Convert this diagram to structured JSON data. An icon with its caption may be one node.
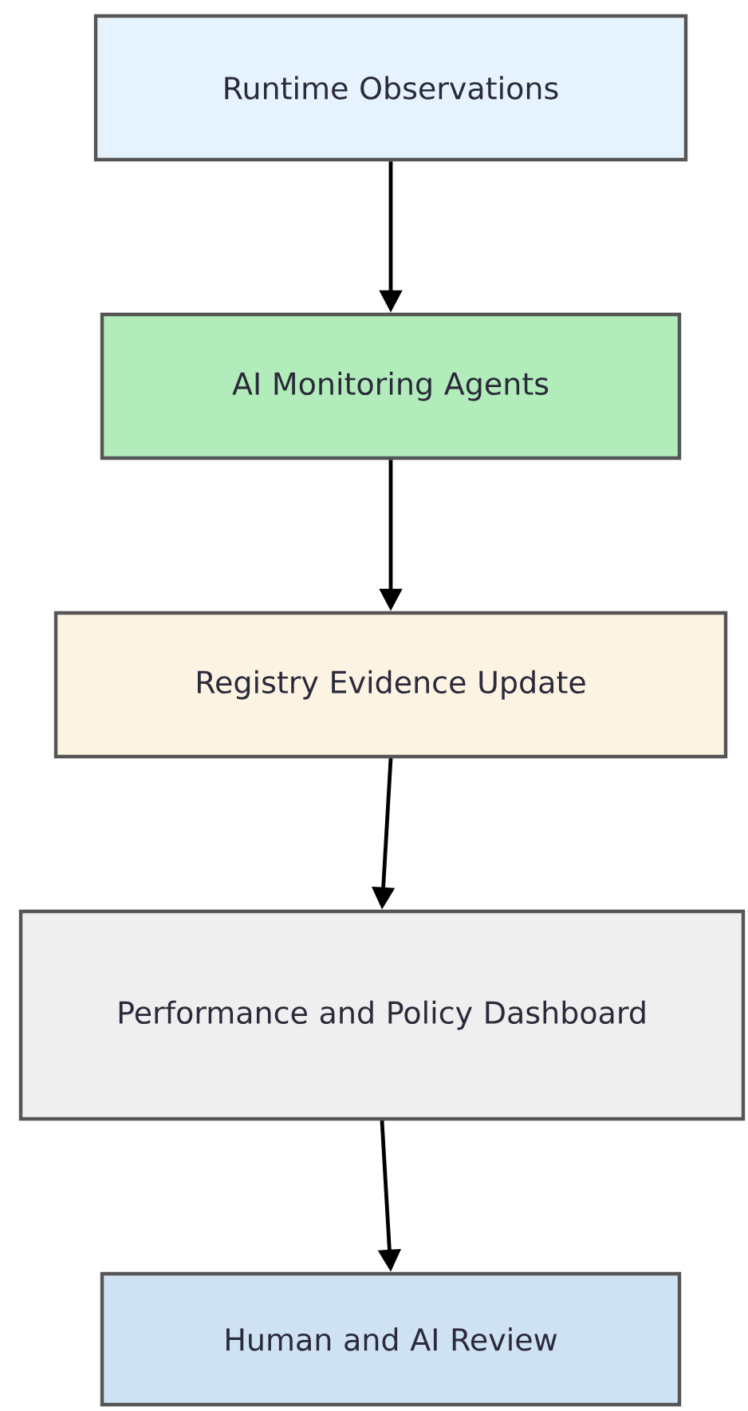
{
  "diagram": {
    "nodes": [
      {
        "text": [
          "Runtime Observations"
        ]
      },
      {
        "text": [
          "AI Monitoring Agents"
        ]
      },
      {
        "text": [
          "Registry Evidence Update"
        ]
      },
      {
        "text": [
          "Performance and Policy Dashboard"
        ]
      },
      {
        "text": [
          "Human and AI Review"
        ]
      }
    ],
    "edges": [
      {
        "from": 0,
        "to": 1,
        "arrow": "to"
      },
      {
        "from": 1,
        "to": 2,
        "arrow": "to"
      },
      {
        "from": 2,
        "to": 3,
        "arrow": "to"
      },
      {
        "from": 3,
        "to": 4,
        "arrow": "to"
      }
    ]
  }
}
